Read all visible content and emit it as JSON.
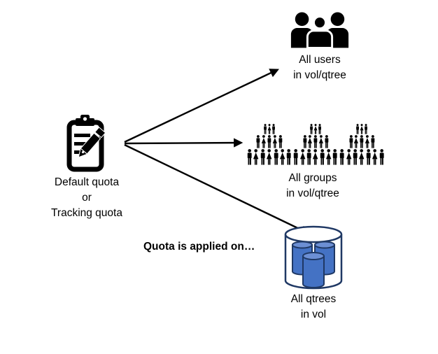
{
  "diagram": {
    "source": {
      "icon": "clipboard-pencil-icon",
      "label_lines": [
        "Default quota",
        "or",
        "Tracking quota"
      ]
    },
    "caption": "Quota is applied on…",
    "targets": [
      {
        "id": "users",
        "icon": "users-group-icon",
        "label_lines": [
          "All users",
          "in vol/qtree"
        ]
      },
      {
        "id": "groups",
        "icon": "crowd-icon",
        "label_lines": [
          "All groups",
          "in vol/qtree"
        ]
      },
      {
        "id": "qtrees",
        "icon": "volume-cylinder-icon",
        "label_lines": [
          "All qtrees",
          "in vol"
        ]
      }
    ],
    "crowd": {
      "clusters": 3,
      "rows": [
        3,
        5,
        7
      ]
    },
    "colors": {
      "icon_black": "#000000",
      "arrow": "#000000",
      "text": "#000000",
      "background": "#FFFFFF",
      "cylinder_outline": "#1F3864",
      "cylinder_fill": "#4472C4",
      "cylinder_top": "#6C8FD4"
    }
  }
}
